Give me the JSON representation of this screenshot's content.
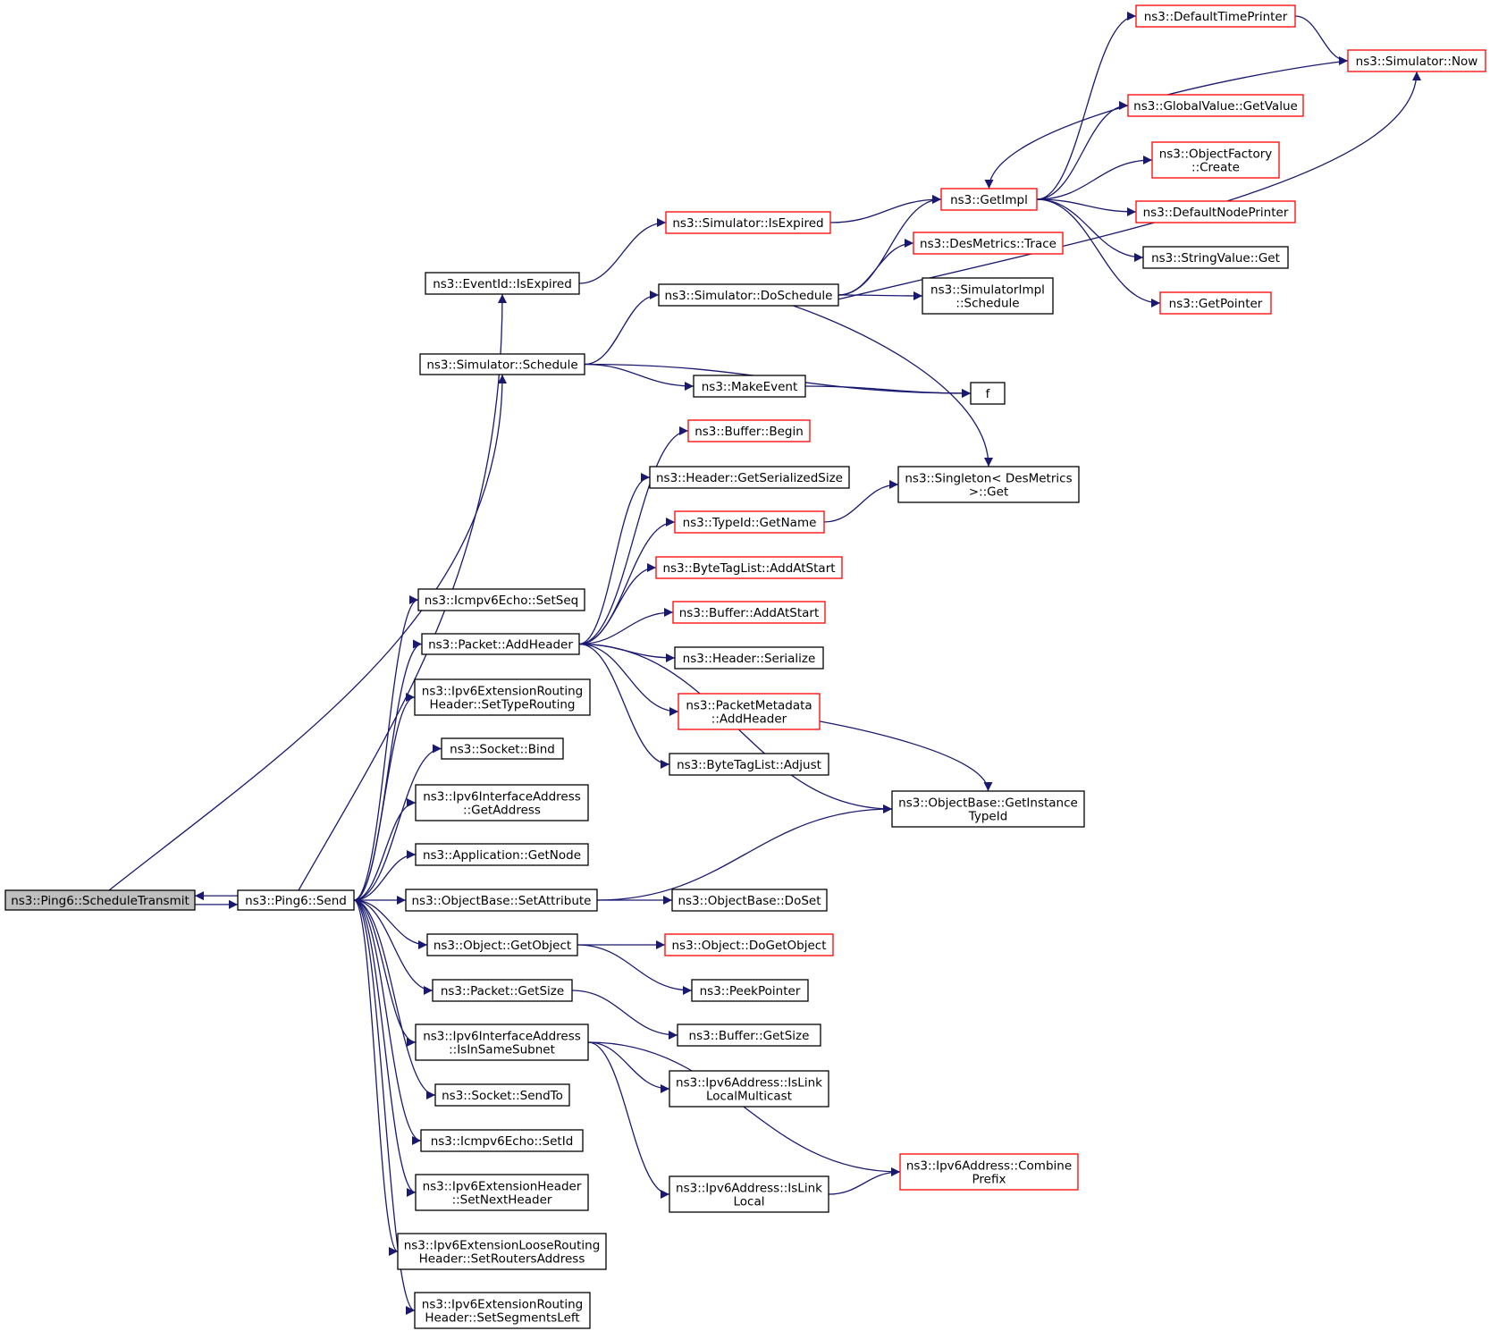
{
  "colors": {
    "edge": "#191970",
    "node_border_default": "#000000",
    "node_border_truncated": "#ff0000",
    "node_fill": "#ffffff",
    "node_fill_highlight": "#bfbfbf"
  },
  "nodes": [
    {
      "id": "schedTx",
      "lines": [
        "ns3::Ping6::ScheduleTransmit"
      ],
      "style": "highlight"
    },
    {
      "id": "send",
      "lines": [
        "ns3::Ping6::Send"
      ],
      "style": "normal"
    },
    {
      "id": "evExp",
      "lines": [
        "ns3::EventId::IsExpired"
      ],
      "style": "normal"
    },
    {
      "id": "simSched",
      "lines": [
        "ns3::Simulator::Schedule"
      ],
      "style": "normal"
    },
    {
      "id": "setSeq",
      "lines": [
        "ns3::Icmpv6Echo::SetSeq"
      ],
      "style": "normal"
    },
    {
      "id": "addHdr",
      "lines": [
        "ns3::Packet::AddHeader"
      ],
      "style": "normal"
    },
    {
      "id": "setTypeR",
      "lines": [
        "ns3::Ipv6ExtensionRouting",
        "Header::SetTypeRouting"
      ],
      "style": "normal"
    },
    {
      "id": "sockBind",
      "lines": [
        "ns3::Socket::Bind"
      ],
      "style": "normal"
    },
    {
      "id": "ifGetAddr",
      "lines": [
        "ns3::Ipv6InterfaceAddress",
        "::GetAddress"
      ],
      "style": "normal"
    },
    {
      "id": "appNode",
      "lines": [
        "ns3::Application::GetNode"
      ],
      "style": "normal"
    },
    {
      "id": "setAttr",
      "lines": [
        "ns3::ObjectBase::SetAttribute"
      ],
      "style": "normal"
    },
    {
      "id": "getObj",
      "lines": [
        "ns3::Object::GetObject"
      ],
      "style": "normal"
    },
    {
      "id": "pktSize",
      "lines": [
        "ns3::Packet::GetSize"
      ],
      "style": "normal"
    },
    {
      "id": "sameSub",
      "lines": [
        "ns3::Ipv6InterfaceAddress",
        "::IsInSameSubnet"
      ],
      "style": "normal"
    },
    {
      "id": "sendTo",
      "lines": [
        "ns3::Socket::SendTo"
      ],
      "style": "normal"
    },
    {
      "id": "setId",
      "lines": [
        "ns3::Icmpv6Echo::SetId"
      ],
      "style": "normal"
    },
    {
      "id": "setNext",
      "lines": [
        "ns3::Ipv6ExtensionHeader",
        "::SetNextHeader"
      ],
      "style": "normal"
    },
    {
      "id": "setRtrs",
      "lines": [
        "ns3::Ipv6ExtensionLooseRouting",
        "Header::SetRoutersAddress"
      ],
      "style": "normal"
    },
    {
      "id": "setSegs",
      "lines": [
        "ns3::Ipv6ExtensionRouting",
        "Header::SetSegmentsLeft"
      ],
      "style": "normal"
    },
    {
      "id": "simIsExp",
      "lines": [
        "ns3::Simulator::IsExpired"
      ],
      "style": "truncated"
    },
    {
      "id": "doSched",
      "lines": [
        "ns3::Simulator::DoSchedule"
      ],
      "style": "normal"
    },
    {
      "id": "makeEv",
      "lines": [
        "ns3::MakeEvent"
      ],
      "style": "normal"
    },
    {
      "id": "bufBegin",
      "lines": [
        "ns3::Buffer::Begin"
      ],
      "style": "truncated"
    },
    {
      "id": "hdrSerSize",
      "lines": [
        "ns3::Header::GetSerializedSize"
      ],
      "style": "normal"
    },
    {
      "id": "typeName",
      "lines": [
        "ns3::TypeId::GetName"
      ],
      "style": "truncated"
    },
    {
      "id": "btlAdd",
      "lines": [
        "ns3::ByteTagList::AddAtStart"
      ],
      "style": "truncated"
    },
    {
      "id": "bufAdd",
      "lines": [
        "ns3::Buffer::AddAtStart"
      ],
      "style": "truncated"
    },
    {
      "id": "hdrSer",
      "lines": [
        "ns3::Header::Serialize"
      ],
      "style": "normal"
    },
    {
      "id": "pmAdd",
      "lines": [
        "ns3::PacketMetadata",
        "::AddHeader"
      ],
      "style": "truncated"
    },
    {
      "id": "btlAdj",
      "lines": [
        "ns3::ByteTagList::Adjust"
      ],
      "style": "normal"
    },
    {
      "id": "doSet",
      "lines": [
        "ns3::ObjectBase::DoSet"
      ],
      "style": "normal"
    },
    {
      "id": "doGetObj",
      "lines": [
        "ns3::Object::DoGetObject"
      ],
      "style": "truncated"
    },
    {
      "id": "peekPtr",
      "lines": [
        "ns3::PeekPointer"
      ],
      "style": "normal"
    },
    {
      "id": "bufSize",
      "lines": [
        "ns3::Buffer::GetSize"
      ],
      "style": "normal"
    },
    {
      "id": "isLLM",
      "lines": [
        "ns3::Ipv6Address::IsLink",
        "LocalMulticast"
      ],
      "style": "normal"
    },
    {
      "id": "isLL",
      "lines": [
        "ns3::Ipv6Address::IsLink",
        "Local"
      ],
      "style": "normal"
    },
    {
      "id": "getImpl",
      "lines": [
        "ns3::GetImpl"
      ],
      "style": "truncated"
    },
    {
      "id": "dmTrace",
      "lines": [
        "ns3::DesMetrics::Trace"
      ],
      "style": "truncated"
    },
    {
      "id": "siSched",
      "lines": [
        "ns3::SimulatorImpl",
        "::Schedule"
      ],
      "style": "normal"
    },
    {
      "id": "fnf",
      "lines": [
        "f"
      ],
      "style": "normal"
    },
    {
      "id": "singleton",
      "lines": [
        "ns3::Singleton< DesMetrics",
        " >::Get"
      ],
      "style": "normal"
    },
    {
      "id": "instType",
      "lines": [
        "ns3::ObjectBase::GetInstance",
        "TypeId"
      ],
      "style": "normal"
    },
    {
      "id": "combPref",
      "lines": [
        "ns3::Ipv6Address::Combine",
        "Prefix"
      ],
      "style": "truncated"
    },
    {
      "id": "defTime",
      "lines": [
        "ns3::DefaultTimePrinter"
      ],
      "style": "truncated"
    },
    {
      "id": "simNow",
      "lines": [
        "ns3::Simulator::Now"
      ],
      "style": "truncated"
    },
    {
      "id": "gvGet",
      "lines": [
        "ns3::GlobalValue::GetValue"
      ],
      "style": "truncated"
    },
    {
      "id": "ofCreate",
      "lines": [
        "ns3::ObjectFactory",
        "::Create"
      ],
      "style": "truncated"
    },
    {
      "id": "defNode",
      "lines": [
        "ns3::DefaultNodePrinter"
      ],
      "style": "truncated"
    },
    {
      "id": "svGet",
      "lines": [
        "ns3::StringValue::Get"
      ],
      "style": "normal"
    },
    {
      "id": "getPtr",
      "lines": [
        "ns3::GetPointer"
      ],
      "style": "truncated"
    }
  ],
  "edges": [
    [
      "schedTx",
      "send"
    ],
    [
      "send",
      "schedTx"
    ],
    [
      "schedTx",
      "simSched"
    ],
    [
      "send",
      "evExp"
    ],
    [
      "send",
      "setSeq"
    ],
    [
      "send",
      "addHdr"
    ],
    [
      "send",
      "setTypeR"
    ],
    [
      "send",
      "sockBind"
    ],
    [
      "send",
      "ifGetAddr"
    ],
    [
      "send",
      "appNode"
    ],
    [
      "send",
      "setAttr"
    ],
    [
      "send",
      "getObj"
    ],
    [
      "send",
      "pktSize"
    ],
    [
      "send",
      "sameSub"
    ],
    [
      "send",
      "sendTo"
    ],
    [
      "send",
      "setId"
    ],
    [
      "send",
      "setNext"
    ],
    [
      "send",
      "setRtrs"
    ],
    [
      "send",
      "setSegs"
    ],
    [
      "evExp",
      "simIsExp"
    ],
    [
      "simIsExp",
      "getImpl"
    ],
    [
      "simSched",
      "doSched"
    ],
    [
      "simSched",
      "fnf"
    ],
    [
      "simSched",
      "makeEv"
    ],
    [
      "makeEv",
      "fnf"
    ],
    [
      "doSched",
      "getImpl"
    ],
    [
      "doSched",
      "dmTrace"
    ],
    [
      "doSched",
      "siSched"
    ],
    [
      "doSched",
      "singleton"
    ],
    [
      "doSched",
      "simNow"
    ],
    [
      "getImpl",
      "defTime"
    ],
    [
      "defTime",
      "simNow"
    ],
    [
      "simNow",
      "getImpl"
    ],
    [
      "getImpl",
      "gvGet"
    ],
    [
      "getImpl",
      "ofCreate"
    ],
    [
      "getImpl",
      "defNode"
    ],
    [
      "getImpl",
      "svGet"
    ],
    [
      "getImpl",
      "getPtr"
    ],
    [
      "addHdr",
      "bufBegin"
    ],
    [
      "addHdr",
      "hdrSerSize"
    ],
    [
      "addHdr",
      "typeName"
    ],
    [
      "addHdr",
      "btlAdd"
    ],
    [
      "addHdr",
      "bufAdd"
    ],
    [
      "addHdr",
      "hdrSer"
    ],
    [
      "addHdr",
      "pmAdd"
    ],
    [
      "addHdr",
      "btlAdj"
    ],
    [
      "addHdr",
      "instType"
    ],
    [
      "typeName",
      "singleton"
    ],
    [
      "pmAdd",
      "instType"
    ],
    [
      "setAttr",
      "instType"
    ],
    [
      "setAttr",
      "doSet"
    ],
    [
      "getObj",
      "doGetObj"
    ],
    [
      "getObj",
      "peekPtr"
    ],
    [
      "pktSize",
      "bufSize"
    ],
    [
      "sameSub",
      "isLLM"
    ],
    [
      "sameSub",
      "combPref"
    ],
    [
      "sameSub",
      "isLL"
    ],
    [
      "isLL",
      "combPref"
    ]
  ]
}
